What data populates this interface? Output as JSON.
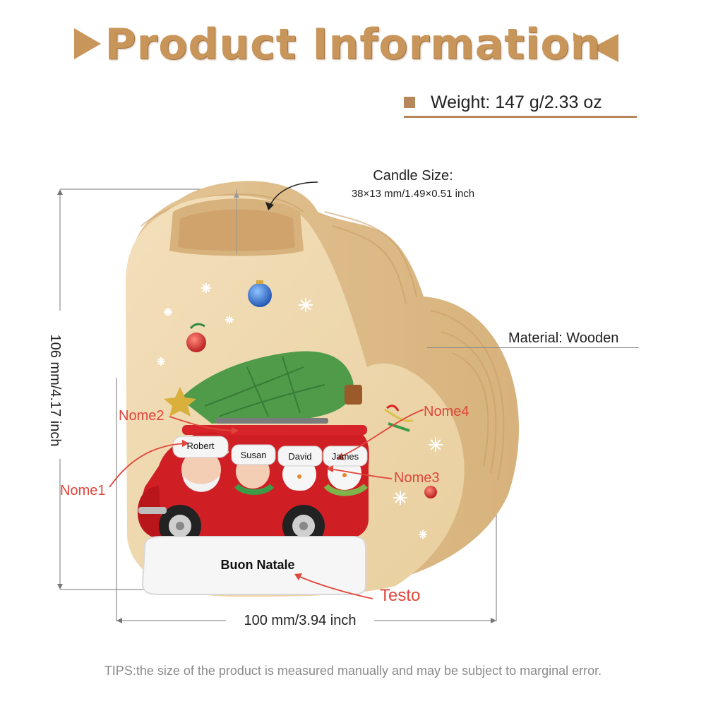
{
  "header": {
    "title": "Product Information",
    "weight": "Weight: 147 g/2.33 oz"
  },
  "specs": {
    "candle_label": "Candle Size:",
    "candle_value": "38×13 mm/1.49×0.51 inch",
    "material": "Material: Wooden",
    "height": "106 mm/4.17 inch",
    "width": "100 mm/3.94 inch"
  },
  "ornament": {
    "names": [
      "Robert",
      "Susan",
      "David",
      "James"
    ],
    "greeting": "Buon Natale"
  },
  "labels": {
    "nome1": "Nome1",
    "nome2": "Nome2",
    "nome3": "Nome3",
    "nome4": "Nome4",
    "testo": "Testo"
  },
  "tips": "TIPS:the size of the product is measured manually and may be subject to marginal error.",
  "colors": {
    "accent": "#c8955a",
    "label_red": "#e0463c",
    "wood": "#ecd3a6"
  }
}
